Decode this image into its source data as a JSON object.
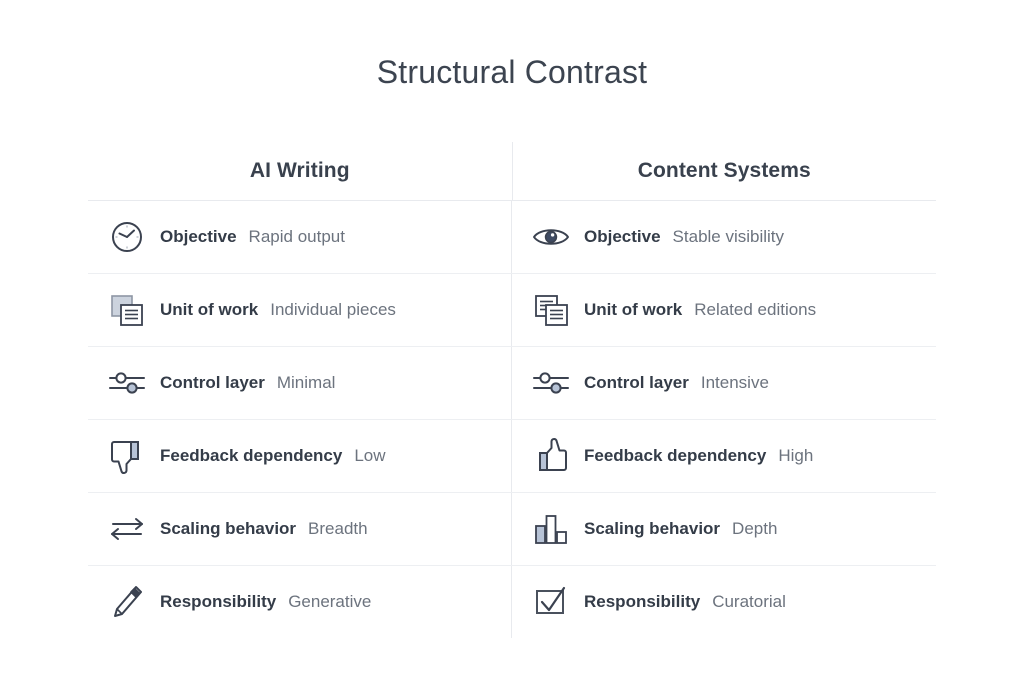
{
  "title": "Structural Contrast",
  "colors": {
    "background": "#ffffff",
    "title_text": "#3c4450",
    "header_text": "#39414d",
    "label_text": "#343c48",
    "value_text": "#6c737e",
    "divider": "#e8eaee",
    "icon_stroke": "#3b4250",
    "icon_fill_accent": "#b7c3d6"
  },
  "columns": [
    {
      "id": "ai-writing",
      "header": "AI Writing"
    },
    {
      "id": "content-systems",
      "header": "Content Systems"
    }
  ],
  "rows": [
    {
      "left": {
        "icon": "clock-icon",
        "label": "Objective",
        "value": "Rapid output"
      },
      "right": {
        "icon": "eye-icon",
        "label": "Objective",
        "value": "Stable visibility"
      }
    },
    {
      "left": {
        "icon": "copy-pages-icon",
        "label": "Unit of work",
        "value": "Individual pieces"
      },
      "right": {
        "icon": "copy-pages-icon",
        "label": "Unit of work",
        "value": "Related editions"
      }
    },
    {
      "left": {
        "icon": "sliders-icon",
        "label": "Control layer",
        "value": "Minimal"
      },
      "right": {
        "icon": "sliders-icon",
        "label": "Control layer",
        "value": "Intensive"
      }
    },
    {
      "left": {
        "icon": "thumbs-down-icon",
        "label": "Feedback dependency",
        "value": "Low"
      },
      "right": {
        "icon": "thumbs-up-icon",
        "label": "Feedback dependency",
        "value": "High"
      }
    },
    {
      "left": {
        "icon": "arrows-horizontal-icon",
        "label": "Scaling behavior",
        "value": "Breadth"
      },
      "right": {
        "icon": "bar-chart-icon",
        "label": "Scaling behavior",
        "value": "Depth"
      }
    },
    {
      "left": {
        "icon": "pencil-icon",
        "label": "Responsibility",
        "value": "Generative"
      },
      "right": {
        "icon": "checkbox-check-icon",
        "label": "Responsibility",
        "value": "Curatorial"
      }
    }
  ]
}
